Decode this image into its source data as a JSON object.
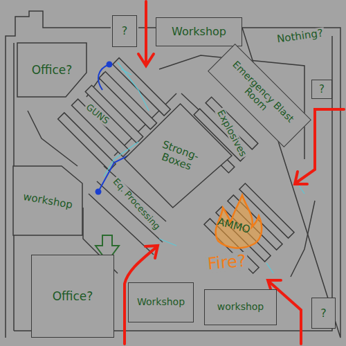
{
  "diagram": {
    "nodes": [
      {
        "text": [
          "?"
        ]
      },
      {
        "text": [
          "Workshop"
        ]
      },
      {
        "text": [
          "Office?"
        ]
      },
      {
        "text": [
          "Emergency Blast Room"
        ]
      },
      {
        "text": [
          "?"
        ]
      },
      {
        "text": [
          "Strong-Boxes"
        ]
      },
      {
        "text": [
          "workshop"
        ]
      },
      {
        "text": [
          "Office?"
        ]
      },
      {
        "text": [
          "Workshop"
        ]
      },
      {
        "text": [
          "workshop"
        ]
      },
      {
        "text": [
          "?"
        ]
      }
    ],
    "labels": [
      "Nothing?",
      "GUNS",
      "Explosives",
      "Eq. Processing",
      "AMMO",
      "Fire?"
    ]
  }
}
